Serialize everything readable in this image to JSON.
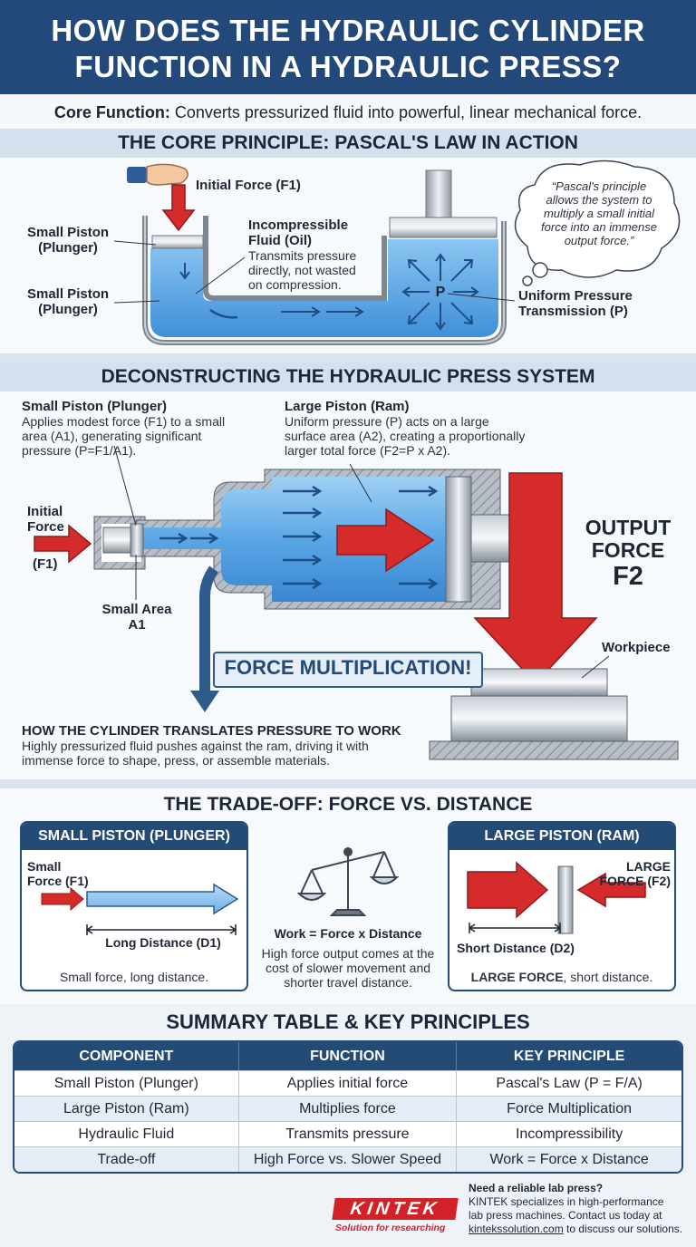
{
  "title": {
    "line1": "HOW DOES THE HYDRAULIC CYLINDER",
    "line2": "FUNCTION IN A HYDRAULIC PRESS?"
  },
  "core_function": {
    "label": "Core Function:",
    "text": " Converts pressurized fluid into powerful, linear mechanical force."
  },
  "principle": {
    "heading": "THE CORE PRINCIPLE: PASCAL'S LAW IN ACTION",
    "initial_force": "Initial Force (F1)",
    "small_piston_1a": "Small Piston",
    "small_piston_1b": "(Plunger)",
    "small_piston_2a": "Small Piston",
    "small_piston_2b": "(Plunger)",
    "fluid_1": "Incompressible",
    "fluid_2": "Fluid (Oil)",
    "fluid_desc_1": "Transmits pressure",
    "fluid_desc_2": "directly, not wasted",
    "fluid_desc_3": "on compression.",
    "pressure_symbol": "P",
    "uniform_1": "Uniform Pressure",
    "uniform_2": "Transmission (P)",
    "quote_1": "“Pascal's principle",
    "quote_2": "allows the system to",
    "quote_3": "multiply a small initial",
    "quote_4": "force into an immense",
    "quote_5": "output force.”"
  },
  "system": {
    "heading": "DECONSTRUCTING THE HYDRAULIC PRESS SYSTEM",
    "small_title": "Small Piston (Plunger)",
    "small_desc_1": "Applies modest force (F1) to a small",
    "small_desc_2": "area (A1), generating significant",
    "small_desc_3": "pressure (P=F1/A1).",
    "large_title": "Large Piston (Ram)",
    "large_desc_1": "Uniform pressure (P) acts on a large",
    "large_desc_2": "surface area (A2), creating a proportionally",
    "large_desc_3": "larger total force (F2=P x A2).",
    "initial_1": "Initial",
    "initial_2": "Force",
    "initial_3": "(F1)",
    "small_area_1": "Small Area",
    "small_area_2": "A1",
    "output_1": "OUTPUT",
    "output_2": "FORCE",
    "output_3": "F2",
    "workpiece": "Workpiece",
    "multiplication": "FORCE MULTIPLICATION!",
    "translate_title": "HOW THE CYLINDER TRANSLATES PRESSURE TO WORK",
    "translate_1": "Highly pressurized fluid pushes against the ram, driving it with",
    "translate_2": "immense force to shape, press, or assemble materials."
  },
  "tradeoff": {
    "heading": "THE TRADE-OFF: FORCE VS. DISTANCE",
    "small_head": "SMALL PISTON (PLUNGER)",
    "small_force_1": "Small",
    "small_force_2": "Force (F1)",
    "long_distance": "Long Distance (D1)",
    "small_summary": "Small force, long distance.",
    "work_formula": "Work = Force x Distance",
    "work_desc_1": "High force output comes at the",
    "work_desc_2": "cost of slower movement and",
    "work_desc_3": "shorter travel distance.",
    "large_head": "LARGE PISTON (RAM)",
    "large_force_1": "LARGE",
    "large_force_2": "FORCE (F2)",
    "short_distance": "Short Distance (D2)",
    "large_summary_bold": "LARGE FORCE",
    "large_summary_rest": ", short distance."
  },
  "summary": {
    "heading": "SUMMARY TABLE & KEY PRINCIPLES",
    "columns": [
      "COMPONENT",
      "FUNCTION",
      "KEY PRINCIPLE"
    ],
    "rows": [
      [
        "Small Piston (Plunger)",
        "Applies initial force",
        "Pascal's Law (P = F/A)"
      ],
      [
        "Large Piston (Ram)",
        "Multiplies force",
        "Force Multiplication"
      ],
      [
        "Hydraulic Fluid",
        "Transmits pressure",
        "Incompressibility"
      ],
      [
        "Trade-off",
        "High Force vs. Slower Speed",
        "Work = Force x Distance"
      ]
    ]
  },
  "footer": {
    "brand": "KINTEK",
    "tagline": "Solution for researching",
    "cta_title": "Need a reliable lab press?",
    "cta_1": "KINTEK specializes in high-performance",
    "cta_2": "lab press machines. Contact us today at",
    "cta_link": "kintekssolution.com",
    "cta_3": " to discuss our solutions."
  },
  "colors": {
    "navy": "#23497a",
    "red": "#d62b2b",
    "fluid": "#62a9e6",
    "steel": "#9aa3ad"
  }
}
